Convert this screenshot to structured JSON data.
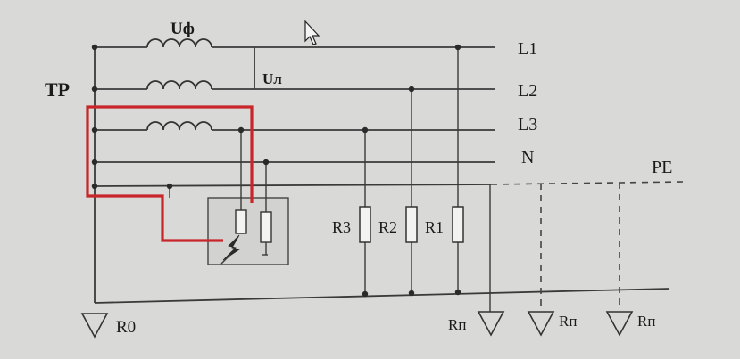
{
  "labels": {
    "phase_voltage": "Uф",
    "line_voltage": "Uл",
    "source": "TP",
    "phase1": "L1",
    "phase2": "L2",
    "phase3": "L3",
    "neutral": "N",
    "protective": "PE",
    "r3": "R3",
    "r2": "R2",
    "r1": "R1",
    "ground_source": "R0",
    "ground_rep1": "Rп",
    "ground_rep2": "Rп",
    "ground_rep3": "Rп"
  },
  "colors": {
    "fault_path": "#c8262a",
    "wire": "#3a3a3a",
    "background": "#d9d9d7"
  },
  "icons": {
    "cursor": "mouse-pointer-icon",
    "ground": "ground-triangle-icon",
    "fault": "lightning-bolt-icon"
  }
}
